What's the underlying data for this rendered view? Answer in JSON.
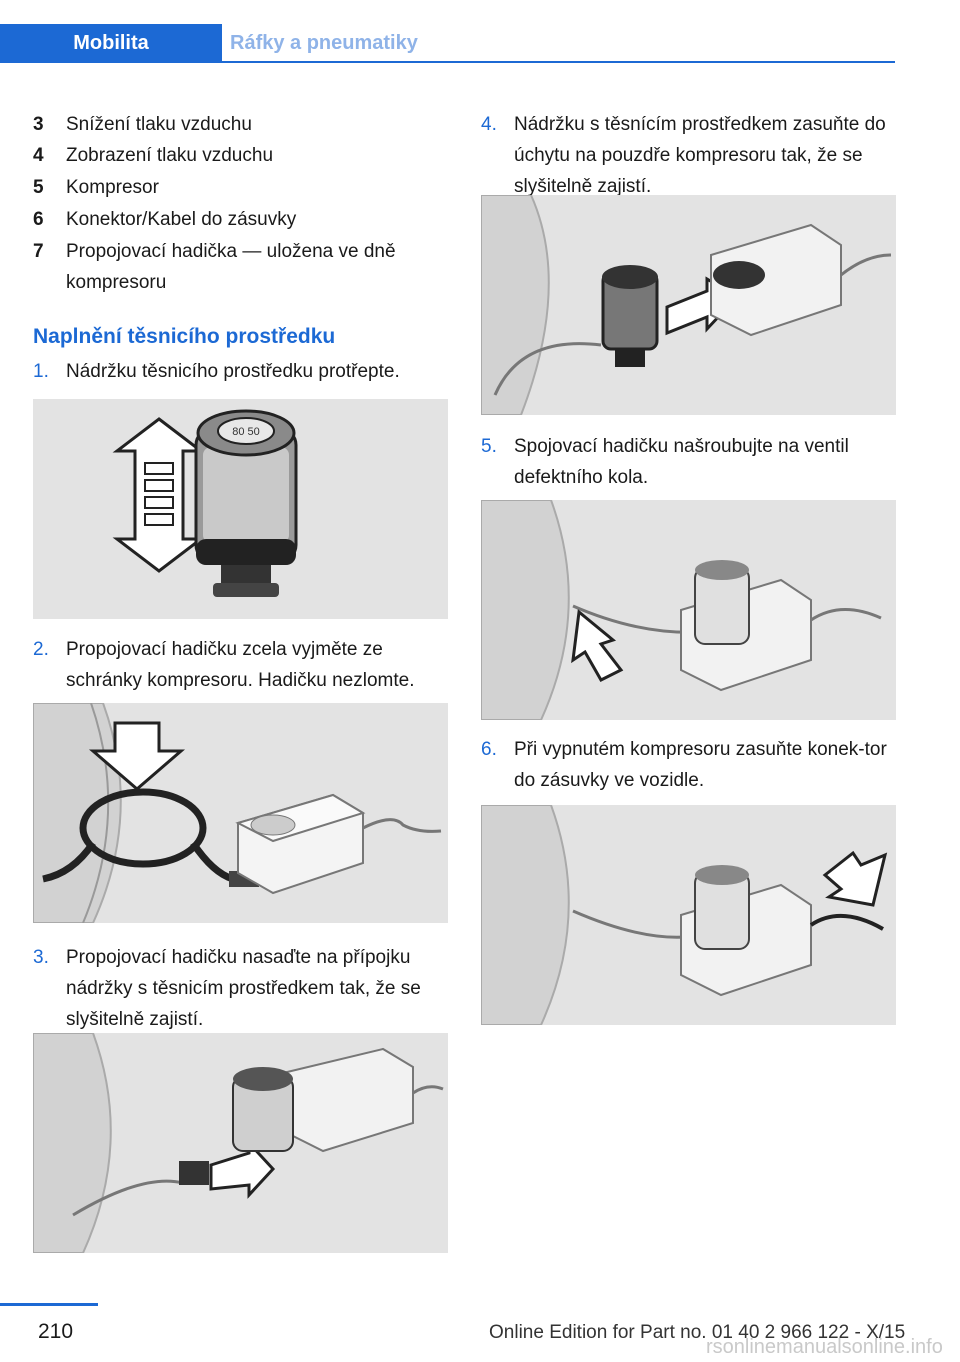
{
  "header": {
    "tab_active": "Mobilita",
    "tab_inactive": "Ráfky a pneumatiky"
  },
  "legend": [
    {
      "num": "3",
      "text": "Snížení tlaku vzduchu"
    },
    {
      "num": "4",
      "text": "Zobrazení tlaku vzduchu"
    },
    {
      "num": "5",
      "text": "Kompresor"
    },
    {
      "num": "6",
      "text": "Konektor/Kabel do zásuvky"
    },
    {
      "num": "7",
      "text": "Propojovací hadička — uložena ve dně kompresoru"
    }
  ],
  "section_title": "Naplnění těsnicího prostředku",
  "steps": [
    {
      "num": "1.",
      "text": "Nádržku těsnicího prostředku protřepte."
    },
    {
      "num": "2.",
      "text": "Propojovací hadičku zcela vyjměte ze schránky kompresoru. Hadičku nezlomte."
    },
    {
      "num": "3.",
      "text": "Propojovací hadičku nasaďte na přípojku nádržky s těsnicím prostředkem tak, že se slyšitelně zajistí."
    },
    {
      "num": "4.",
      "text": "Nádržku s těsnícím prostředkem zasuňte do úchytu na pouzdře kompresoru tak, že se slyšitelně zajistí."
    },
    {
      "num": "5.",
      "text": "Spojovací hadičku našroubujte na ventil defektního kola."
    },
    {
      "num": "6.",
      "text": "Při vypnutém kompresoru zasuňte konek-tor do zásuvky ve vozidle."
    }
  ],
  "bottle_label": "80 50",
  "page_number": "210",
  "footer": "Online Edition for Part no. 01 40 2 966 122 - X/15",
  "watermark": "rsonlinemanualsonline.info",
  "colors": {
    "accent": "#1c69d4",
    "figure_bg": "#e3e3e3"
  }
}
